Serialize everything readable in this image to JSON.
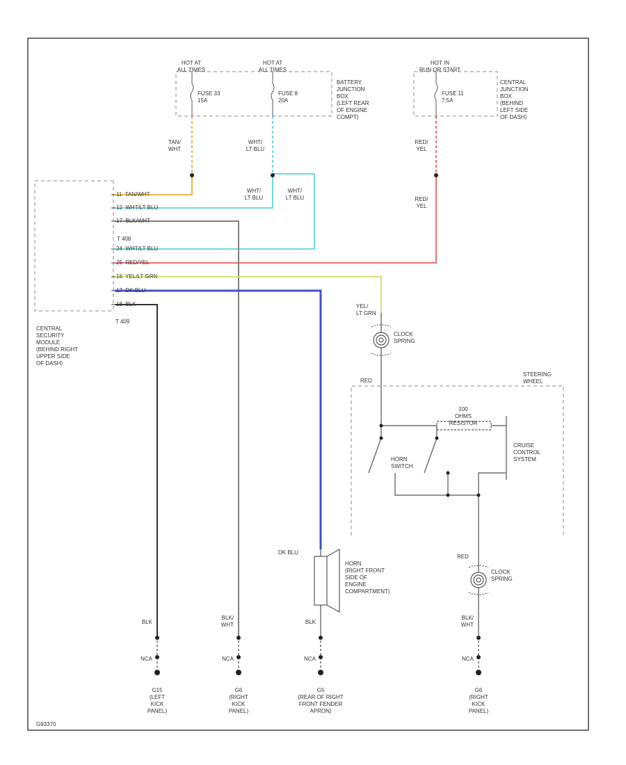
{
  "source_labels": {
    "hot_at_all_times_1": "HOT AT\nALL TIMES",
    "hot_at_all_times_2": "HOT AT\nALL TIMES",
    "hot_in_run": "HOT IN\nRUN OR START"
  },
  "fuses": {
    "fuse_33": "FUSE 33\n15A",
    "fuse_8": "FUSE 8\n20A",
    "fuse_11": "FUSE 11\n7.5A"
  },
  "boxes": {
    "battery_junction": "BATTERY\nJUNCTION\nBOX\n(LEFT REAR\nOF ENGINE\nCOMPT)",
    "central_junction": "CENTRAL\nJUNCTION\nBOX\n(BEHIND\nLEFT SIDE\nOF DASH)",
    "central_security": "CENTRAL\nSECURITY\nMODULE\n(BEHIND RIGHT\nUPPER SIDE\nOF DASH)",
    "steering_wheel": "STEERING\nWHEEL",
    "cruise_control": "CRUISE\nCONTROL\nSYSTEM",
    "horn": "HORN\n(RIGHT FRONT\nSIDE OF\nENGINE\nCOMPARTMENT)",
    "clock_spring_upper": "CLOCK\nSPRING",
    "clock_spring_lower": "CLOCK\nSPRING",
    "horn_switch": "HORN\nSWITCH",
    "resistor": "100\nOHMS\nRESISTOR"
  },
  "connectors": {
    "t408": "T 408",
    "t409": "T 409"
  },
  "wire_labels": {
    "tan_wht": "TAN/\nWHT",
    "wht_ltblu_1": "WHT/\nLT BLU",
    "wht_ltblu_2": "WHT/\nLT BLU",
    "wht_ltblu_3": "WHT/\nLT BLU",
    "red_yel_1": "RED/\nYEL",
    "red_yel_2": "RED/\nYEL",
    "yel_ltgrn": "YEL/\nLT GRN",
    "red_1": "RED",
    "red_2": "RED",
    "dkblu": "DK BLU",
    "blk_1": "BLK",
    "blk_wht_1": "BLK/\nWHT",
    "blk_2": "BLK",
    "blk_wht_2": "BLK/\nWHT",
    "nca_1": "NCA",
    "nca_2": "NCA",
    "nca_3": "NCA",
    "nca_4": "NCA"
  },
  "module_pins": [
    {
      "pin": "11",
      "wire": "TAN/WHT"
    },
    {
      "pin": "12",
      "wire": "WHT/LT BLU"
    },
    {
      "pin": "17",
      "wire": "BLK/WHT"
    },
    {
      "pin": "24",
      "wire": "WHT/LT BLU"
    },
    {
      "pin": "25",
      "wire": "RED/YEL"
    },
    {
      "pin": "16",
      "wire": "YEL/LT GRN"
    },
    {
      "pin": "17",
      "wire": "DK BLU"
    },
    {
      "pin": "18",
      "wire": "BLK"
    }
  ],
  "grounds": {
    "g1": "G15\n(LEFT\nKICK\nPANEL)",
    "g2": "G6\n(RIGHT\nKICK\nPANEL)",
    "g3": "G5\n(REAR OF RIGHT\nFRONT FENDER\nAPRON)",
    "g4": "G6\n(RIGHT\nKICK\nPANEL)"
  },
  "figure_id": "G93370",
  "wire_colors": {
    "tan": "#e8b84a",
    "lt_blue": "#6fd8e4",
    "gray": "#808080",
    "red": "#f07070",
    "yellow_green": "#cfe870",
    "dark_blue": "#4150c8",
    "black": "#333333"
  }
}
